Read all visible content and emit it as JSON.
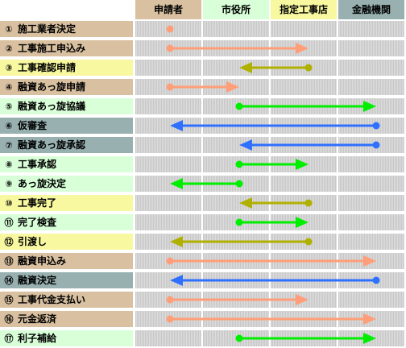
{
  "colors": {
    "lane_bg": "#dcdcdc",
    "lane_hatch": "#c8c8c8",
    "head_colors": [
      "#d8c0a0",
      "#d8ffd8",
      "#f8f8a0",
      "#98b0b0"
    ],
    "arrow_colors": {
      "salmon": "#ff9e78",
      "olive": "#b0b000",
      "green": "#00ee00",
      "blue": "#3070ff"
    }
  },
  "parties": [
    "申請者",
    "市役所",
    "指定工事店",
    "金融機関"
  ],
  "steps": [
    {
      "num": "①",
      "label": "施工業者決定",
      "bg": "#d8c0a0",
      "from": 0,
      "to": 0,
      "color": "salmon"
    },
    {
      "num": "②",
      "label": "工事施工申込み",
      "bg": "#d8c0a0",
      "from": 0,
      "to": 2,
      "color": "salmon"
    },
    {
      "num": "③",
      "label": "工事確認申請",
      "bg": "#f8f8a0",
      "from": 2,
      "to": 1,
      "color": "olive"
    },
    {
      "num": "④",
      "label": "融資あっ旋申請",
      "bg": "#d8c0a0",
      "from": 0,
      "to": 1,
      "color": "salmon"
    },
    {
      "num": "⑤",
      "label": "融資あっ旋協議",
      "bg": "#d8ffd8",
      "from": 1,
      "to": 3,
      "color": "green"
    },
    {
      "num": "⑥",
      "label": "仮審査",
      "bg": "#98b0b0",
      "from": 3,
      "to": 0,
      "color": "blue"
    },
    {
      "num": "⑦",
      "label": "融資あっ旋承認",
      "bg": "#98b0b0",
      "from": 3,
      "to": 1,
      "color": "blue"
    },
    {
      "num": "⑧",
      "label": "工事承認",
      "bg": "#d8ffd8",
      "from": 1,
      "to": 2,
      "color": "green"
    },
    {
      "num": "⑨",
      "label": "あっ旋決定",
      "bg": "#d8ffd8",
      "from": 1,
      "to": 0,
      "color": "green"
    },
    {
      "num": "⑩",
      "label": "工事完了",
      "bg": "#f8f8a0",
      "from": 2,
      "to": 1,
      "color": "olive"
    },
    {
      "num": "⑪",
      "label": "完了検査",
      "bg": "#d8ffd8",
      "from": 1,
      "to": 2,
      "color": "green"
    },
    {
      "num": "⑫",
      "label": "引渡し",
      "bg": "#f8f8a0",
      "from": 2,
      "to": 0,
      "color": "olive"
    },
    {
      "num": "⑬",
      "label": "融資申込み",
      "bg": "#d8c0a0",
      "from": 0,
      "to": 3,
      "color": "salmon"
    },
    {
      "num": "⑭",
      "label": "融資決定",
      "bg": "#98b0b0",
      "from": 3,
      "to": 0,
      "color": "blue"
    },
    {
      "num": "⑮",
      "label": "工事代金支払い",
      "bg": "#d8c0a0",
      "from": 0,
      "to": 2,
      "color": "salmon"
    },
    {
      "num": "⑯",
      "label": "元金返済",
      "bg": "#d8c0a0",
      "from": 0,
      "to": 3,
      "color": "salmon"
    },
    {
      "num": "⑰",
      "label": "利子補給",
      "bg": "#d8ffd8",
      "from": 1,
      "to": 3,
      "color": "green"
    }
  ]
}
